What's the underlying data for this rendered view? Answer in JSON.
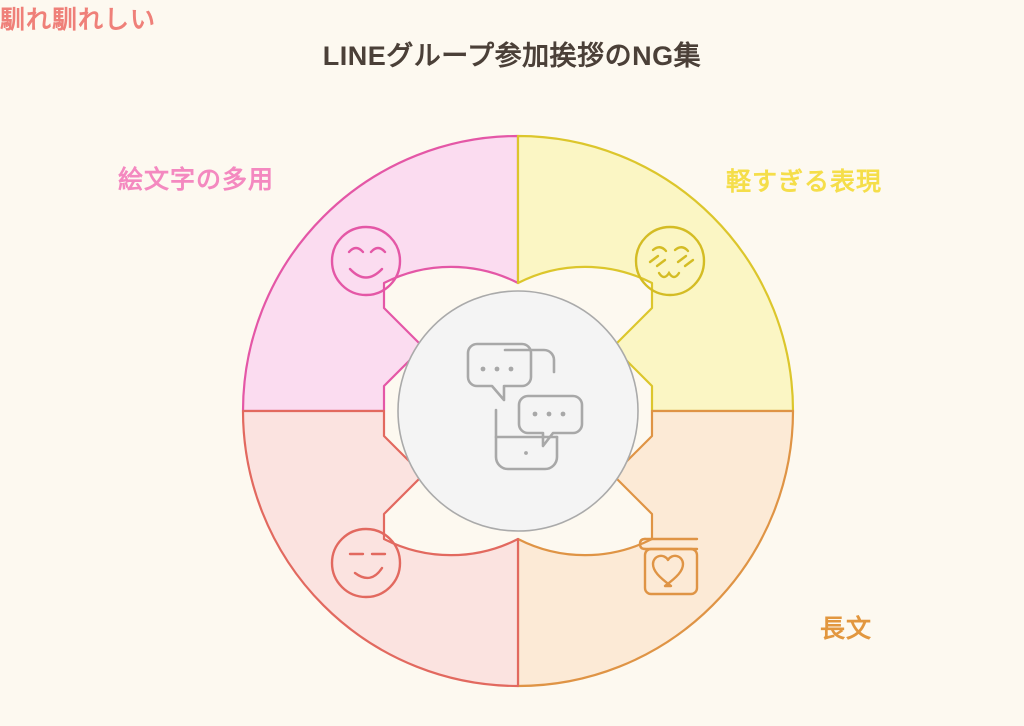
{
  "page": {
    "background_color": "#fdf9f0",
    "title": "LINEグループ参加挨拶のNG集",
    "title_color": "#4b4038"
  },
  "center": {
    "icon": "smartphone-chat-icon",
    "fill_color": "#f4f4f4",
    "stroke_color": "#aaaaaa"
  },
  "chart_data": {
    "type": "pie",
    "title": "LINEグループ参加挨拶のNG集",
    "categories": [
      "絵文字の多用",
      "軽すぎる表現",
      "長文",
      "馴れ馴れしい"
    ],
    "values": [
      25,
      25,
      25,
      25
    ],
    "legend_position": "outside-corners",
    "grid": false,
    "segments": [
      {
        "id": "emoji",
        "label": "絵文字の多用",
        "position": "top-left",
        "start_angle": 270,
        "end_angle": 360,
        "share": 25,
        "fill": "#fbdcf0",
        "stroke": "#e457a6",
        "text_color": "#f489c0",
        "icon": "smiling-face-icon",
        "icon_stroke": "#e457a6"
      },
      {
        "id": "light",
        "label": "軽すぎる表現",
        "position": "top-right",
        "start_angle": 0,
        "end_angle": 90,
        "share": 25,
        "fill": "#fbf6c4",
        "stroke": "#dcc62c",
        "text_color": "#f5de4a",
        "icon": "bashful-face-icon",
        "icon_stroke": "#d4bc24"
      },
      {
        "id": "long",
        "label": "長文",
        "position": "bottom-right",
        "start_angle": 90,
        "end_angle": 180,
        "share": 25,
        "fill": "#fcead6",
        "stroke": "#df9445",
        "text_color": "#e2973f",
        "icon": "heart-book-icon",
        "icon_stroke": "#df9445"
      },
      {
        "id": "overfamiliar",
        "label": "馴れ馴れしい",
        "position": "bottom-left",
        "start_angle": 180,
        "end_angle": 270,
        "share": 25,
        "fill": "#fbe3e0",
        "stroke": "#e2695f",
        "text_color": "#ef8079",
        "icon": "smirking-face-icon",
        "icon_stroke": "#e2695f"
      }
    ]
  }
}
